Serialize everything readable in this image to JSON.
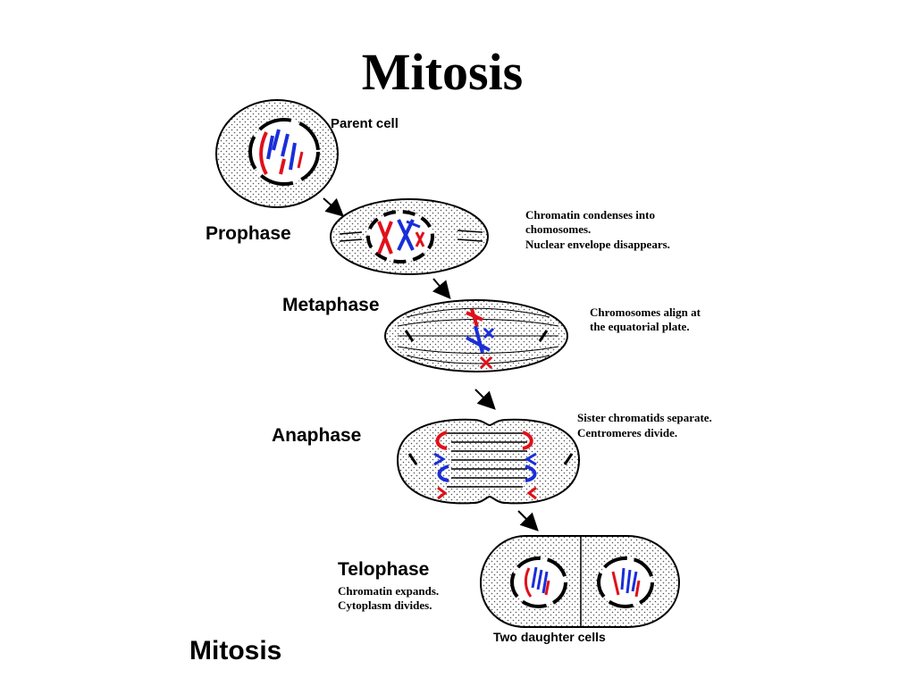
{
  "slide": {
    "title": "Mitosis"
  },
  "diagram": {
    "parent_cell_label": "Parent cell",
    "stages": [
      {
        "name": "Prophase",
        "note_lines": [
          "Chromatin condenses into",
          "chomosomes.",
          "Nuclear envelope disappears."
        ]
      },
      {
        "name": "Metaphase",
        "note_lines": [
          "Chromosomes align at",
          "the equatorial plate."
        ]
      },
      {
        "name": "Anaphase",
        "note_lines": [
          "Sister chromatids separate.",
          "Centromeres divide."
        ]
      },
      {
        "name": "Telophase",
        "note_lines": [
          "Chromatin expands.",
          "Cytoplasm divides."
        ]
      }
    ],
    "daughter_cells_label": "Two daughter cells",
    "footer_label": "Mitosis"
  },
  "colors": {
    "chromosome_red": "#e0101a",
    "chromosome_blue": "#1a2ed8",
    "outline": "#000000"
  }
}
